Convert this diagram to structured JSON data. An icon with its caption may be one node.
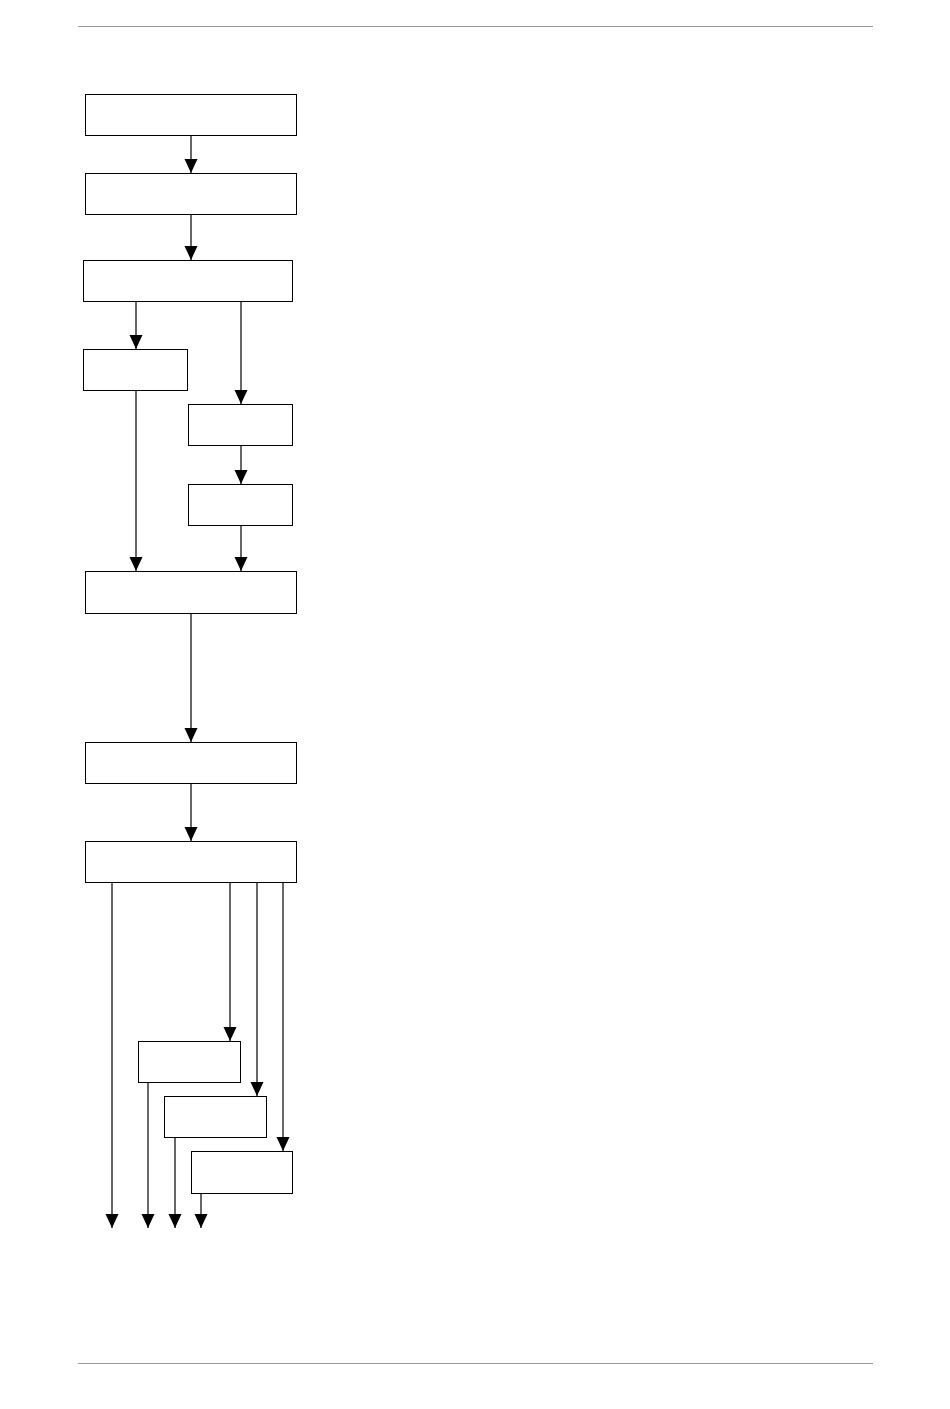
{
  "diagram": {
    "nodes": [
      {
        "text": [],
        "shape": "box"
      },
      {
        "text": [],
        "shape": "box"
      },
      {
        "text": [],
        "shape": "box"
      },
      {
        "text": [],
        "shape": "box"
      },
      {
        "text": [],
        "shape": "box"
      },
      {
        "text": [],
        "shape": "box"
      },
      {
        "text": [],
        "shape": "box"
      },
      {
        "text": [],
        "shape": "box"
      },
      {
        "text": [],
        "shape": "box"
      },
      {
        "text": [],
        "shape": "box"
      },
      {
        "text": [],
        "shape": "box"
      },
      {
        "text": [],
        "shape": "box"
      }
    ],
    "edges": [
      {
        "from": 0,
        "to": 1,
        "arrow": "to"
      },
      {
        "from": 1,
        "to": 2,
        "arrow": "to"
      },
      {
        "from": 2,
        "to": 3,
        "arrow": "to"
      },
      {
        "from": 2,
        "to": 4,
        "arrow": "to"
      },
      {
        "from": 3,
        "to": 6,
        "arrow": "to"
      },
      {
        "from": 4,
        "to": 5,
        "arrow": "to"
      },
      {
        "from": 5,
        "to": 6,
        "arrow": "to"
      },
      {
        "from": 6,
        "to": 7,
        "arrow": "to"
      },
      {
        "from": 7,
        "to": 8,
        "arrow": "to"
      },
      {
        "from": 8,
        "to": null,
        "arrow": "to"
      },
      {
        "from": 8,
        "to": 9,
        "arrow": "to"
      },
      {
        "from": 8,
        "to": 10,
        "arrow": "to"
      },
      {
        "from": 8,
        "to": 11,
        "arrow": "to"
      },
      {
        "from": 9,
        "to": null,
        "arrow": "to"
      },
      {
        "from": 10,
        "to": null,
        "arrow": "to"
      },
      {
        "from": 11,
        "to": null,
        "arrow": "to"
      }
    ]
  }
}
